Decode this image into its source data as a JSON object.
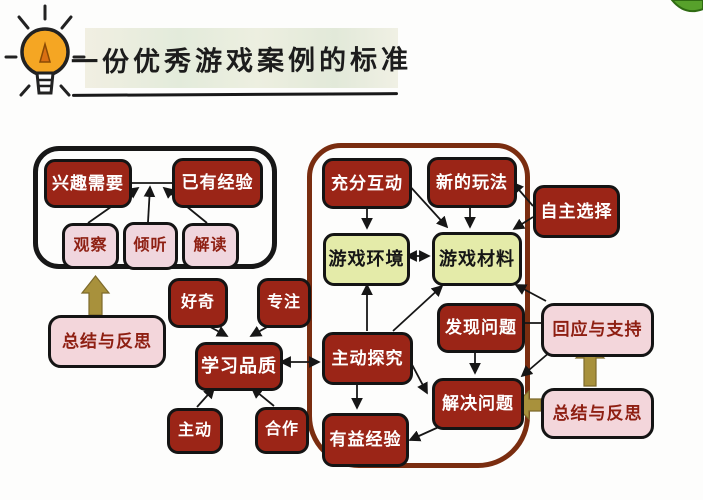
{
  "title": {
    "text": "一份优秀游戏案例的标准"
  },
  "nodes": {
    "interest_needs": {
      "label": "兴趣需要"
    },
    "prior_experience": {
      "label": "已有经验"
    },
    "observe": {
      "label": "观察"
    },
    "listen": {
      "label": "倾听"
    },
    "interpret": {
      "label": "解读"
    },
    "summary_reflection_left": {
      "label": "总结与反思"
    },
    "curiosity": {
      "label": "好奇"
    },
    "focus": {
      "label": "专注"
    },
    "learning_quality": {
      "label": "学习品质"
    },
    "initiative": {
      "label": "主动"
    },
    "cooperation": {
      "label": "合作"
    },
    "full_interaction": {
      "label": "充分互动"
    },
    "new_play": {
      "label": "新的玩法"
    },
    "game_environment": {
      "label": "游戏环境"
    },
    "game_materials": {
      "label": "游戏材料"
    },
    "active_exploration": {
      "label": "主动探究"
    },
    "discover_problems": {
      "label": "发现问题"
    },
    "solve_problems": {
      "label": "解决问题"
    },
    "beneficial_experience": {
      "label": "有益经验"
    },
    "autonomous_choice": {
      "label": "自主选择"
    },
    "respond_support": {
      "label": "回应与支持"
    },
    "summary_reflection_right": {
      "label": "总结与反思"
    }
  },
  "icons": {
    "lightbulb": "lightbulb-icon",
    "leaf": "leaf-decoration",
    "cursor": "mouse-cursor-icon"
  },
  "colors": {
    "node_dark_red": "#9b2517",
    "node_yellow_green": "#e4eba9",
    "node_pink": "#f3d6db",
    "pink_text": "#8e1f12",
    "panel_left_border": "#171717",
    "panel_right_border": "#7a2d10",
    "thick_arrow": "#a8913c",
    "line": "#161616",
    "bulb_orange": "#f5a623"
  }
}
